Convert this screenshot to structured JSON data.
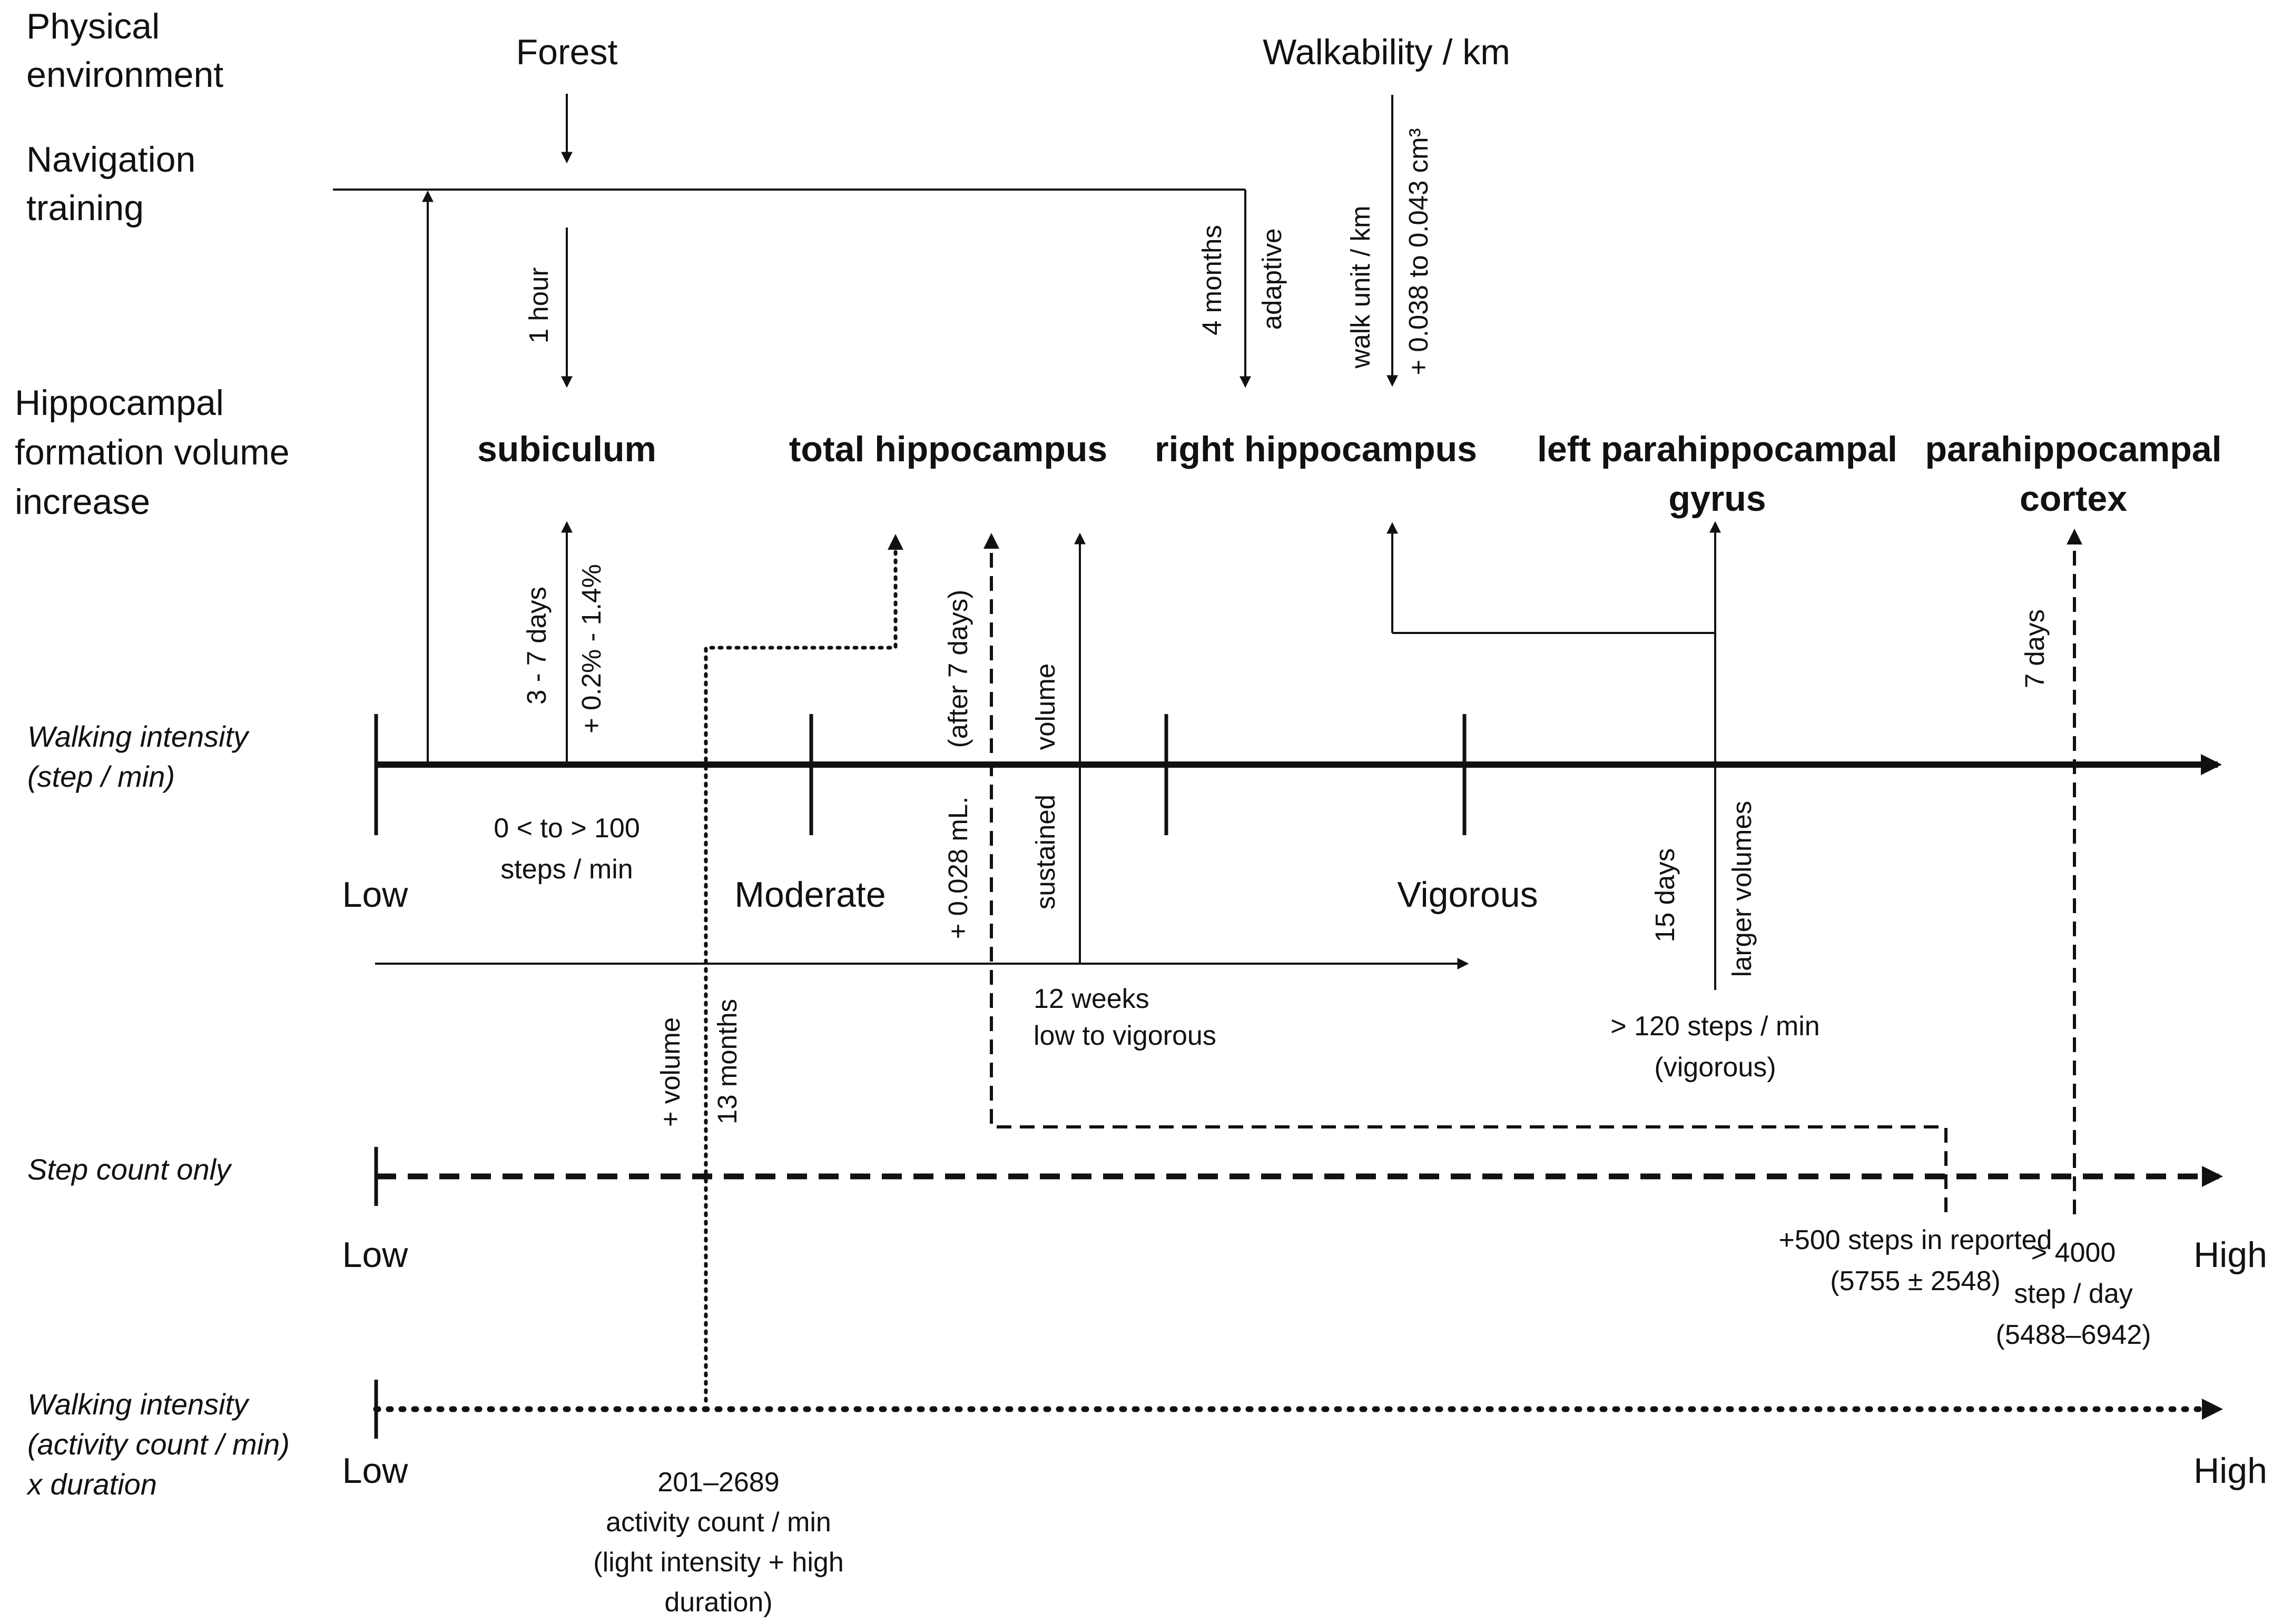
{
  "rows": {
    "physical_environment": "Physical\nenvironment",
    "navigation_training": "Navigation\ntraining",
    "hippocampal_volume": "Hippocampal\nformation volume\nincrease",
    "walking_intensity_step": "Walking intensity\n(step / min)",
    "step_count_only": "Step count only",
    "walking_intensity_activity": "Walking intensity\n(activity count / min)\nx duration"
  },
  "environment": {
    "forest": "Forest",
    "walkability": "Walkability / km"
  },
  "regions": {
    "subiculum": "subiculum",
    "total_hippocampus": "total hippocampus",
    "right_hippocampus": "right hippocampus",
    "left_parahippocampal": "left parahippocampal\ngyrus",
    "parahippocampal_cortex": "parahippocampal\ncortex"
  },
  "annotations": {
    "one_hour": "1 hour",
    "four_months": "4 months",
    "adaptive": "adaptive",
    "walk_unit": "walk unit / km",
    "walk_unit_range": "+ 0.038 to 0.043 cm³",
    "three_seven_days": "3 - 7 days",
    "pct_increase": "+ 0.2% - 1.4%",
    "after_seven_days": "(after 7 days)",
    "ml_increase": "+ 0.028 mL.",
    "volume": "volume",
    "sustained": "sustained",
    "seven_days": "7 days",
    "fifteen_days": "15  days",
    "larger_volumes": "larger volumes",
    "plus_volume": "+ volume",
    "thirteen_months": "13 months",
    "steps_range": "0 < to > 100\nsteps / min",
    "twelve_weeks": "12 weeks\nlow to vigorous",
    "gt120": "> 120 steps / min\n(vigorous)",
    "plus500": "+500 steps in reported\n(5755 ± 2548)",
    "gt4000": "> 4000\nstep / day\n(5488–6942)",
    "activity_count": "201–2689\nactivity count / min\n(light intensity + high\nduration)"
  },
  "axis1": {
    "low": "Low",
    "moderate": "Moderate",
    "vigorous": "Vigorous"
  },
  "axis2": {
    "low": "Low",
    "high": "High"
  },
  "axis3": {
    "low": "Low",
    "high": "High"
  }
}
